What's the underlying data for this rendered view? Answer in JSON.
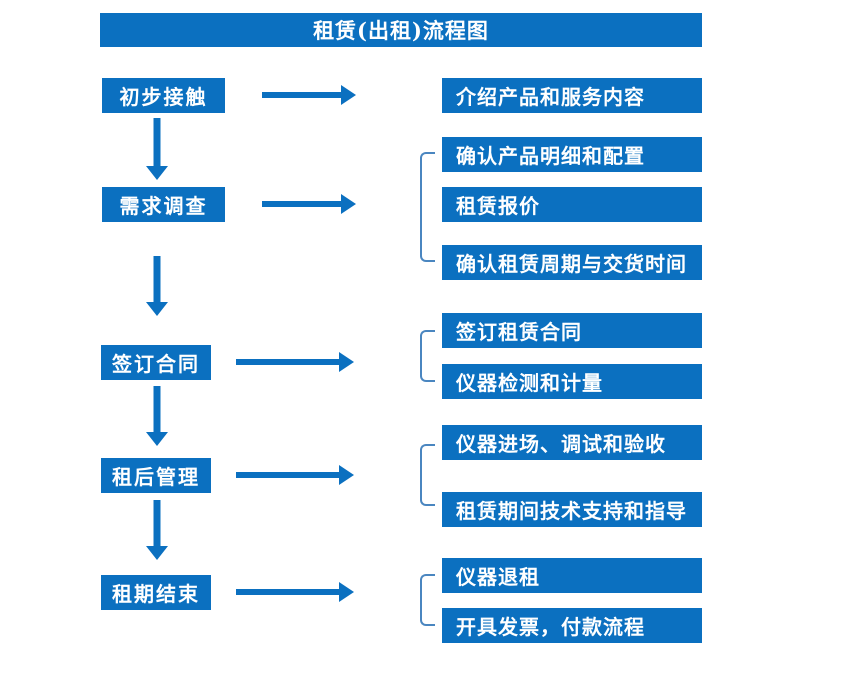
{
  "title": "租赁(出租)流程图",
  "colors": {
    "primary": "#0b70c0",
    "bracket": "#4a86c0",
    "text-on-primary": "#ffffff",
    "bg": "#ffffff"
  },
  "flow": {
    "steps": [
      {
        "label": "初步接触",
        "outputs": [
          "介绍产品和服务内容"
        ]
      },
      {
        "label": "需求调查",
        "outputs": [
          "确认产品明细和配置",
          "租赁报价",
          "确认租赁周期与交货时间"
        ]
      },
      {
        "label": "签订合同",
        "outputs": [
          "签订租赁合同",
          "仪器检测和计量"
        ]
      },
      {
        "label": "租后管理",
        "outputs": [
          "仪器进场、调试和验收",
          "租赁期间技术支持和指导"
        ]
      },
      {
        "label": "租期结束",
        "outputs": [
          "仪器退租",
          "开具发票，付款流程"
        ]
      }
    ]
  }
}
